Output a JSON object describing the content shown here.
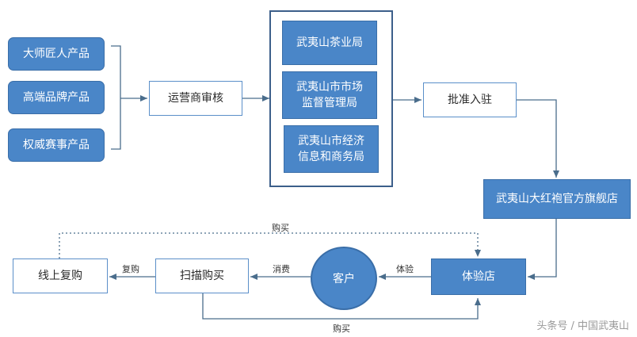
{
  "products": [
    {
      "label": "大师匠人产品"
    },
    {
      "label": "高端品牌产品"
    },
    {
      "label": "权威赛事产品"
    }
  ],
  "review": {
    "label": "运营商审核"
  },
  "authorities": [
    {
      "line1": "武夷山茶业局",
      "line2": ""
    },
    {
      "line1": "武夷山市市场",
      "line2": "监督管理局"
    },
    {
      "line1": "武夷山市经济",
      "line2": "信息和商务局"
    }
  ],
  "approval": {
    "label": "批准入驻"
  },
  "flagship": {
    "label": "武夷山大红袍官方旗舰店"
  },
  "experience_store": {
    "label": "体验店"
  },
  "customer": {
    "label": "客户"
  },
  "scan_buy": {
    "label": "扫描购买"
  },
  "online_rebuy": {
    "label": "线上复购"
  },
  "edge_labels": {
    "experience": "体验",
    "consume": "消费",
    "rebuy": "复购",
    "buy_top": "购买",
    "buy_bottom": "购买"
  },
  "colors": {
    "fill": "#4a86c8",
    "border": "#3a6ea8",
    "arrow": "#4a6d8c"
  },
  "watermark": "头条号 / 中国武夷山"
}
